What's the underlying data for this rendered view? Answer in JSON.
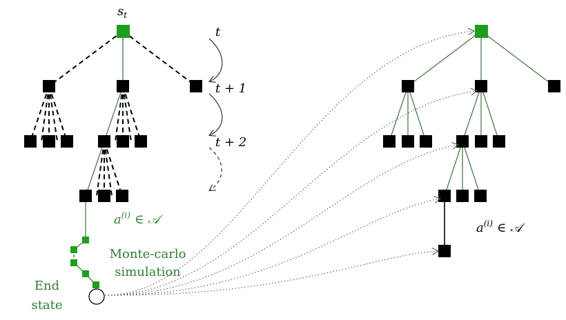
{
  "colors": {
    "node": "#000000",
    "root": "#1e9e1e",
    "edge_green": "#4a7a4a",
    "text_green": "#2e7d32",
    "curly": "#333333",
    "dotted": "#555555"
  },
  "labels": {
    "root_s": "s",
    "root_sub": "t",
    "time_t": "t",
    "time_t1": "t + 1",
    "time_t2": "t + 2",
    "action_a": "a",
    "action_sup": "(i)",
    "action_in": "∈",
    "action_set": "𝒜",
    "mc_line1": "Monte-carlo",
    "mc_line2": "simulation",
    "end_line1": "End",
    "end_line2": "state"
  }
}
